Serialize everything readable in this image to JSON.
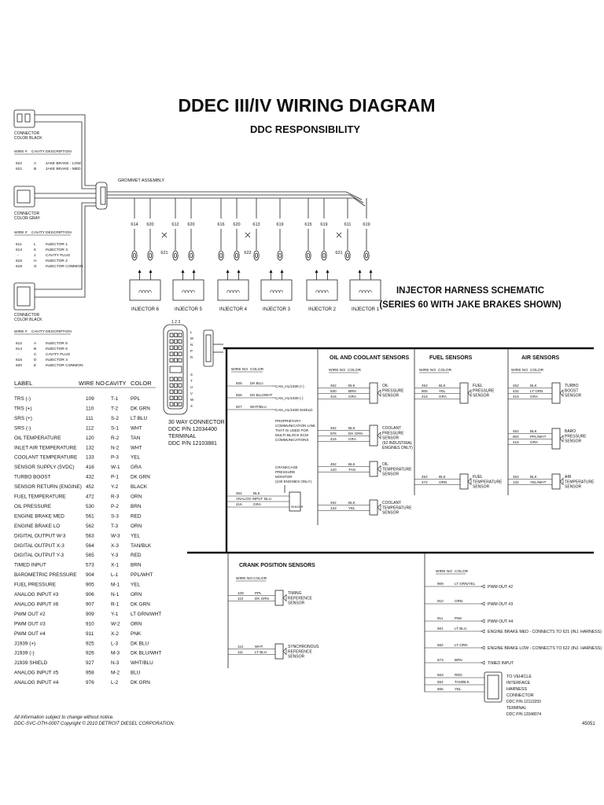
{
  "header": {
    "title": "DDEC III/IV WIRING DIAGRAM",
    "subtitle": "DDC RESPONSIBILITY"
  },
  "connector_black_top": {
    "label": [
      "CONNECTOR",
      "COLOR BLACK"
    ],
    "headers": [
      "WIRE #",
      "CAVITY",
      "DESCRIPTION"
    ],
    "rows": [
      [
        "622",
        "A",
        "JAKE BRAKE - LOW"
      ],
      [
        "621",
        "B",
        "JAKE BRAKE - MED"
      ]
    ]
  },
  "connector_gray": {
    "label": [
      "CONNECTOR",
      "COLOR GRAY"
    ],
    "headers": [
      "WIRE #",
      "CAVITY",
      "DESCRIPTION"
    ],
    "rows": [
      [
        "611",
        "L",
        "INJECTOR 1"
      ],
      [
        "613",
        "K",
        "INJECTOR 3"
      ],
      [
        "-",
        "J",
        "CAVITY PLUG"
      ],
      [
        "615",
        "H",
        "INJECTOR 2"
      ],
      [
        "619",
        "G",
        "INJECTOR COMMON"
      ]
    ]
  },
  "connector_black_bottom": {
    "label": [
      "CONNECTOR",
      "COLOR BLACK"
    ],
    "headers": [
      "WIRE #",
      "CAVITY",
      "DESCRIPTION"
    ],
    "rows": [
      [
        "612",
        "A",
        "INJECTOR 5"
      ],
      [
        "614",
        "B",
        "INJECTOR 6"
      ],
      [
        "-",
        "C",
        "CAVITY PLUG"
      ],
      [
        "616",
        "D",
        "INJECTOR 4"
      ],
      [
        "620",
        "E",
        "INJECTOR COMMON"
      ]
    ]
  },
  "grommet": {
    "label": "GROMMET ASSEMBLY"
  },
  "injector_wires": [
    "614",
    "620",
    "612",
    "620",
    "616",
    "620",
    "613",
    "619",
    "615",
    "619",
    "611",
    "619"
  ],
  "jake_wires": [
    "621",
    "622",
    "621"
  ],
  "injectors": [
    "INJECTOR 6",
    "INJECTOR 5",
    "INJECTOR 4",
    "INJECTOR 3",
    "INJECTOR 2",
    "INJECTOR 1"
  ],
  "injector_schematic": {
    "line1": "INJECTOR HARNESS SCHEMATIC",
    "line2": "(SERIES 60 WITH JAKE BRAKES SHOWN)"
  },
  "ecm_pins": {
    "top": "1 2 3",
    "right_col1": [
      "L",
      "M",
      "N",
      "P",
      "R"
    ],
    "right_col2": [
      "S",
      "T",
      "U",
      "V",
      "W",
      "X"
    ]
  },
  "connector_30way": {
    "lines": [
      "30 WAY CONNECTOR",
      "DDC P/N  12034400",
      "TERMINAL",
      "DDC P/N  12103881"
    ]
  },
  "label_table": {
    "headers": [
      "LABEL",
      "WIRE NO",
      "CAVITY",
      "COLOR"
    ],
    "rows": [
      [
        "TRS (-)",
        "109",
        "T-1",
        "PPL"
      ],
      [
        "TRS (+)",
        "110",
        "T-2",
        "DK GRN"
      ],
      [
        "SRS (+)",
        "111",
        "S-2",
        "LT BLU"
      ],
      [
        "SRS (-)",
        "112",
        "S-1",
        "WHT"
      ],
      [
        "OIL TEMPERATURE",
        "120",
        "R-2",
        "TAN"
      ],
      [
        "INLET AIR TEMPERATURE",
        "132",
        "N-2",
        "WHT"
      ],
      [
        "COOLANT TEMPERATURE",
        "133",
        "P-3",
        "YEL"
      ],
      [
        "SENSOR SUPPLY (5VDC)",
        "416",
        "W-1",
        "GRA"
      ],
      [
        "TURBO BOOST",
        "432",
        "P-1",
        "DK GRN"
      ],
      [
        "SENSOR RETURN (ENGINE)",
        "452",
        "Y-2",
        "BLACK"
      ],
      [
        "FUEL TEMPERATURE",
        "472",
        "R-3",
        "ORN"
      ],
      [
        "OIL PRESSURE",
        "530",
        "P-2",
        "BRN"
      ],
      [
        "ENGINE BRAKE MED",
        "561",
        "S-3",
        "RED"
      ],
      [
        "ENGINE BRAKE LO",
        "562",
        "T-3",
        "ORN"
      ],
      [
        "DIGITAL OUTPUT W-3",
        "563",
        "W-3",
        "YEL"
      ],
      [
        "DIGITAL OUTPUT X-3",
        "564",
        "X-3",
        "TAN/BLK"
      ],
      [
        "DIGITAL OUTPUT Y-3",
        "565",
        "Y-3",
        "RED"
      ],
      [
        "TIMED INPUT",
        "573",
        "X-1",
        "BRN"
      ],
      [
        "BAROMETRIC PRESSURE",
        "904",
        "L-1",
        "PPL/WHT"
      ],
      [
        "FUEL PRESSURE",
        "905",
        "M-1",
        "YEL"
      ],
      [
        "ANALOG INPUT #3",
        "906",
        "N-1",
        "ORN"
      ],
      [
        "ANALOG INPUT #6",
        "907",
        "R-1",
        "DK GRN"
      ],
      [
        "PWM OUT #2",
        "909",
        "Y-1",
        "LT GRN/WHT"
      ],
      [
        "PWM OUT #3",
        "910",
        "W-2",
        "ORN"
      ],
      [
        "PWM OUT #4",
        "911",
        "X-2",
        "PNK"
      ],
      [
        "J1939 (+)",
        "925",
        "L-3",
        "DK BLU"
      ],
      [
        "J1939 (-)",
        "926",
        "M-3",
        "DK BLU/WHT"
      ],
      [
        "J1939 SHIELD",
        "927",
        "N-3",
        "WHT/BLU"
      ],
      [
        "ANALOG INPUT #5",
        "958",
        "M-2",
        "BLU"
      ],
      [
        "ANALOG INPUT #4",
        "976",
        "L-2",
        "DK GRN"
      ]
    ]
  },
  "can_block": {
    "headers": [
      "WIRE NO",
      "COLOR"
    ],
    "rows": [
      [
        "925",
        "DK BLU",
        "CAN_HL/1939 (+)"
      ],
      [
        "926",
        "DK BLU/WHT",
        "CAN_HL/1939 (-)"
      ],
      [
        "927",
        "WHT/BLU",
        "CAN_HL/1939 SHIELD"
      ]
    ],
    "note": [
      "PROPRIETARY",
      "COMMUNICATION LINK",
      "THAT IS USED FOR",
      "MULTI-BLOCK ECM",
      "COMMUNICATIONS"
    ]
  },
  "crankcase": {
    "note": [
      "CRANKCASE",
      "PRESSURE",
      "MONITOR",
      "(100 ENGINES ONLY)"
    ],
    "rows": [
      [
        "452",
        "BLK"
      ],
      [
        "ANALOG INPUT",
        "BLU"
      ],
      [
        "416",
        "GRA"
      ]
    ],
    "sensor_label": "SENSOR"
  },
  "oil_coolant": {
    "title": "OIL AND COOLANT SENSORS",
    "headers": [
      "WIRE NO",
      "COLOR"
    ],
    "oil_pressure": {
      "rows": [
        [
          "452",
          "BLK"
        ],
        [
          "530",
          "BRN"
        ],
        [
          "416",
          "GRA"
        ]
      ],
      "label": [
        "OIL",
        "PRESSURE",
        "SENSOR"
      ]
    },
    "coolant_pressure": {
      "rows": [
        [
          "452",
          "BLK"
        ],
        [
          "976",
          "DK GRN"
        ],
        [
          "416",
          "GRA"
        ]
      ],
      "label": [
        "COOLANT",
        "PRESSURE",
        "SENSOR",
        "(92 INDUSTRIAL",
        "ENGINES ONLY)"
      ]
    },
    "oil_temp": {
      "rows": [
        [
          "452",
          "BLK"
        ],
        [
          "120",
          "TAN"
        ]
      ],
      "label": [
        "OIL",
        "TEMPERATURE",
        "SENSOR"
      ]
    },
    "coolant_temp": {
      "rows": [
        [
          "452",
          "BLK"
        ],
        [
          "133",
          "YEL"
        ]
      ],
      "label": [
        "COOLANT",
        "TEMPERATURE",
        "SENSOR"
      ]
    }
  },
  "fuel_sensors": {
    "title": "FUEL SENSORS",
    "headers": [
      "WIRE NO",
      "COLOR"
    ],
    "fuel_pressure": {
      "rows": [
        [
          "452",
          "BLK"
        ],
        [
          "905",
          "YEL"
        ],
        [
          "416",
          "GRA"
        ]
      ],
      "label": [
        "FUEL",
        "PRESSURE",
        "SENSOR"
      ]
    },
    "fuel_temp": {
      "rows": [
        [
          "452",
          "BLK"
        ],
        [
          "472",
          "ORN"
        ]
      ],
      "label": [
        "FUEL",
        "TEMPERATURE",
        "SENSOR"
      ]
    }
  },
  "air_sensors": {
    "title": "AIR SENSORS",
    "headers": [
      "WIRE NO",
      "COLOR"
    ],
    "turbo": {
      "rows": [
        [
          "452",
          "BLK"
        ],
        [
          "432",
          "LT GRN"
        ],
        [
          "416",
          "GRA"
        ]
      ],
      "label": [
        "TURBO",
        "BOOST",
        "SENSOR"
      ]
    },
    "baro": {
      "rows": [
        [
          "452",
          "BLK"
        ],
        [
          "904",
          "PPL/WHT"
        ],
        [
          "416",
          "GRA"
        ]
      ],
      "label": [
        "BARO",
        "PRESSURE",
        "SENSOR"
      ]
    },
    "air_temp": {
      "rows": [
        [
          "452",
          "BLK"
        ],
        [
          "132",
          "YEL/WHT"
        ]
      ],
      "label": [
        "AIR",
        "TEMPERATURE",
        "SENSOR"
      ]
    }
  },
  "crank": {
    "title": "CRANK POSITION SENSORS",
    "headers": [
      "WIRE NO",
      "COLOR"
    ],
    "timing": {
      "rows": [
        [
          "109",
          "PPL"
        ],
        [
          "110",
          "DK GRN"
        ]
      ],
      "label": [
        "TIMING",
        "REFERENCE",
        "SENSOR"
      ]
    },
    "sync": {
      "rows": [
        [
          "112",
          "WHT"
        ],
        [
          "111",
          "LT BLU"
        ]
      ],
      "label": [
        "SYNCHRONOUS",
        "REFERENCE",
        "SENSOR"
      ]
    }
  },
  "outputs": {
    "headers": [
      "WIRE NO",
      "COLOR"
    ],
    "rows": [
      [
        "909",
        "LT GRN/YEL",
        "PWM OUT #2"
      ],
      [
        "910",
        "ORN",
        "PWM OUT #3"
      ],
      [
        "911",
        "PNK",
        "PWM OUT #4"
      ],
      [
        "561",
        "LT BLU",
        "ENGINE BRAKE MED - CONNECTS TO 621 (INJ. HARNESS)"
      ],
      [
        "562",
        "LT GRN",
        "ENGINE BRAKE LOW - CONNECTS TO 622 (INJ. HARNESS)"
      ],
      [
        "573",
        "BRN",
        "TIMED INPUT"
      ]
    ],
    "vehicle_rows": [
      [
        "563",
        "RED"
      ],
      [
        "564",
        "TAN/BLK"
      ],
      [
        "565",
        "YEL"
      ]
    ],
    "vehicle_label": [
      "TO VEHICLE",
      "INTERFACE",
      "HARNESS",
      "CONNECTOR",
      "DDC P/N  12110293",
      "TERMINAL",
      "DDC P/N  12048074"
    ]
  },
  "footer": {
    "line1": "All information subject to change without notice.",
    "line2": "DDC-SVC-OTH-0007 Copyright © 2010 DETROIT DIESEL CORPORATION.",
    "page": "45051"
  }
}
